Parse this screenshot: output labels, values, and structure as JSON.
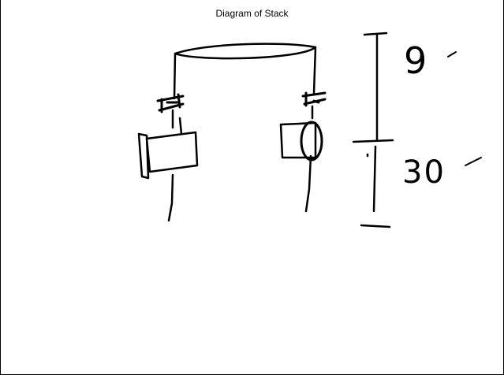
{
  "diagram": {
    "title": "Diagram of Stack",
    "dimensions": [
      {
        "label": "9",
        "unit_mark": "′"
      },
      {
        "label": "30",
        "unit_mark": "′"
      }
    ]
  }
}
